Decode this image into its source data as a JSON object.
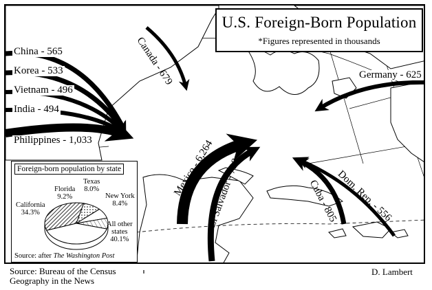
{
  "header": {
    "title": "U.S. Foreign-Born Population",
    "subtitle": "*Figures represented in thousands"
  },
  "migrations": [
    {
      "label": "China - 565",
      "origin": "China",
      "value": 565
    },
    {
      "label": "Korea - 533",
      "origin": "Korea",
      "value": 533
    },
    {
      "label": "Vietnam - 496",
      "origin": "Vietnam",
      "value": 496
    },
    {
      "label": "India - 494",
      "origin": "India",
      "value": 494
    },
    {
      "label": "Philippines - 1,033",
      "origin": "Philippines",
      "value": 1033
    },
    {
      "label": "Canada - 679",
      "origin": "Canada",
      "value": 679
    },
    {
      "label": "Germany - 625",
      "origin": "Germany",
      "value": 625
    },
    {
      "label": "Mexico - 6,264",
      "origin": "Mexico",
      "value": 6264
    },
    {
      "label": "El Salvador - 718",
      "origin": "El Salvador",
      "value": 718
    },
    {
      "label": "Cuba - 805",
      "origin": "Cuba",
      "value": 805
    },
    {
      "label": "Dom. Rep. - 556",
      "origin": "Dom. Rep.",
      "value": 556
    }
  ],
  "inset": {
    "title": "Foreign-born population by state",
    "source_prefix": "Source: after ",
    "source_pub": "The Washington Post",
    "slices": [
      {
        "name": "California",
        "pct": "34.3%",
        "value": 34.3,
        "fill": "hatch"
      },
      {
        "name": "Florida",
        "pct": "9.2%",
        "value": 9.2,
        "fill": "dots"
      },
      {
        "name": "Texas",
        "pct": "8.0%",
        "value": 8.0,
        "fill": "white"
      },
      {
        "name": "New York",
        "pct": "8.4%",
        "value": 8.4,
        "fill": "lines"
      },
      {
        "name": "All other states",
        "name_line1": "All other",
        "name_line2": "states",
        "pct": "40.1%",
        "value": 40.1,
        "fill": "white"
      }
    ]
  },
  "footer": {
    "source_line1": "Source: Bureau of the Census",
    "source_line2": "Geography in the News",
    "credit": "D. Lambert"
  }
}
